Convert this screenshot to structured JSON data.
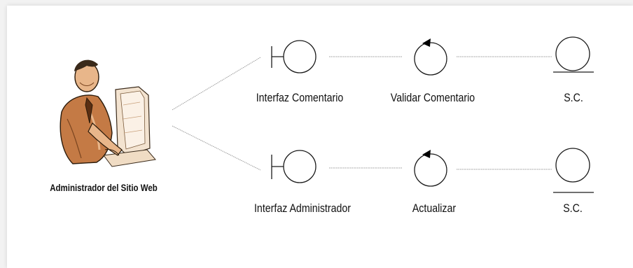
{
  "actor": {
    "label": "Administrador del Sitio Web",
    "icon": "user-at-computer-icon"
  },
  "rows": [
    {
      "boundary": "Interfaz Comentario",
      "control": "Validar Comentario",
      "entity": "S.C."
    },
    {
      "boundary": "Interfaz Administrador",
      "control": "Actualizar",
      "entity": "S.C."
    }
  ],
  "colors": {
    "stroke": "#1a1a1a",
    "connector": "#9a9a9a",
    "skin": "#c47a45",
    "skin_light": "#e8b68a"
  }
}
